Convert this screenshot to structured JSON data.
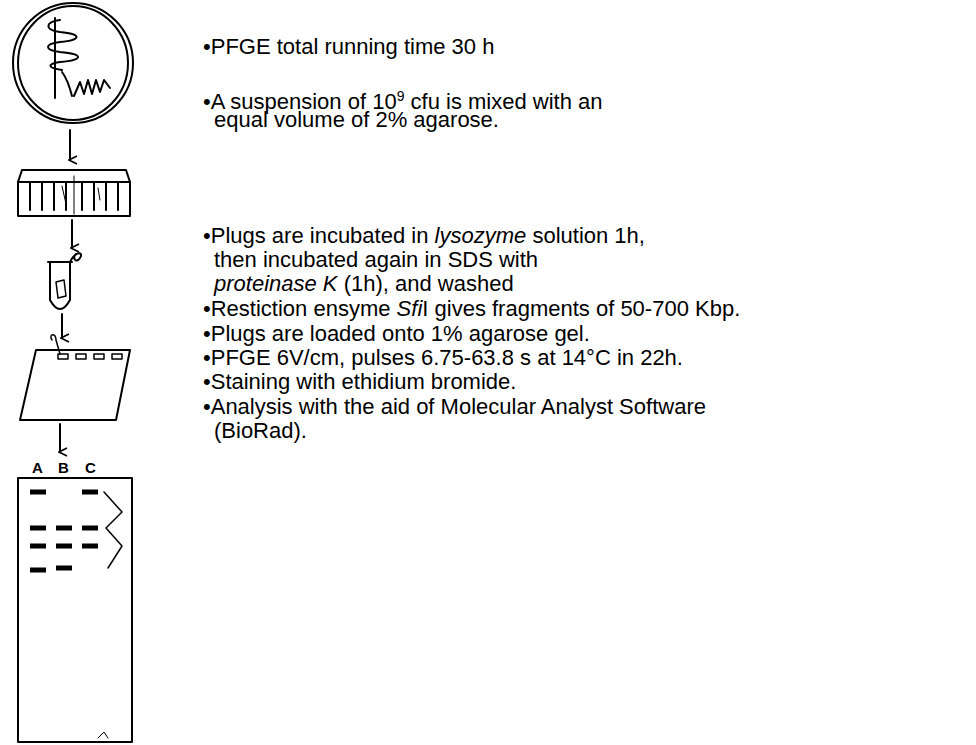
{
  "diagram": {
    "labels": [
      "•PFGE total running time 30 h",
      "•A suspension of 10",
      "9",
      "cfu is mixed with an",
      "equal volume of 2% agarose.",
      "•Plugs are incubated in",
      "lysozyme",
      "solution 1h,",
      "then incubated again in SDS with",
      "proteinase K",
      "(1h), and washed",
      "•Restiction ensyme",
      "Sfi",
      "I gives fragments of 50-700 Kbp.",
      "•Plugs are loaded onto 1% agarose gel.",
      "•PFGE 6V/cm, pulses 6.75-63.8 s at 14°C in 22h.",
      "•Staining with ethidium bromide.",
      "•Analysis with the aid of Molecular Analyst Software",
      "(BioRad).",
      "A",
      "B",
      "C"
    ]
  }
}
